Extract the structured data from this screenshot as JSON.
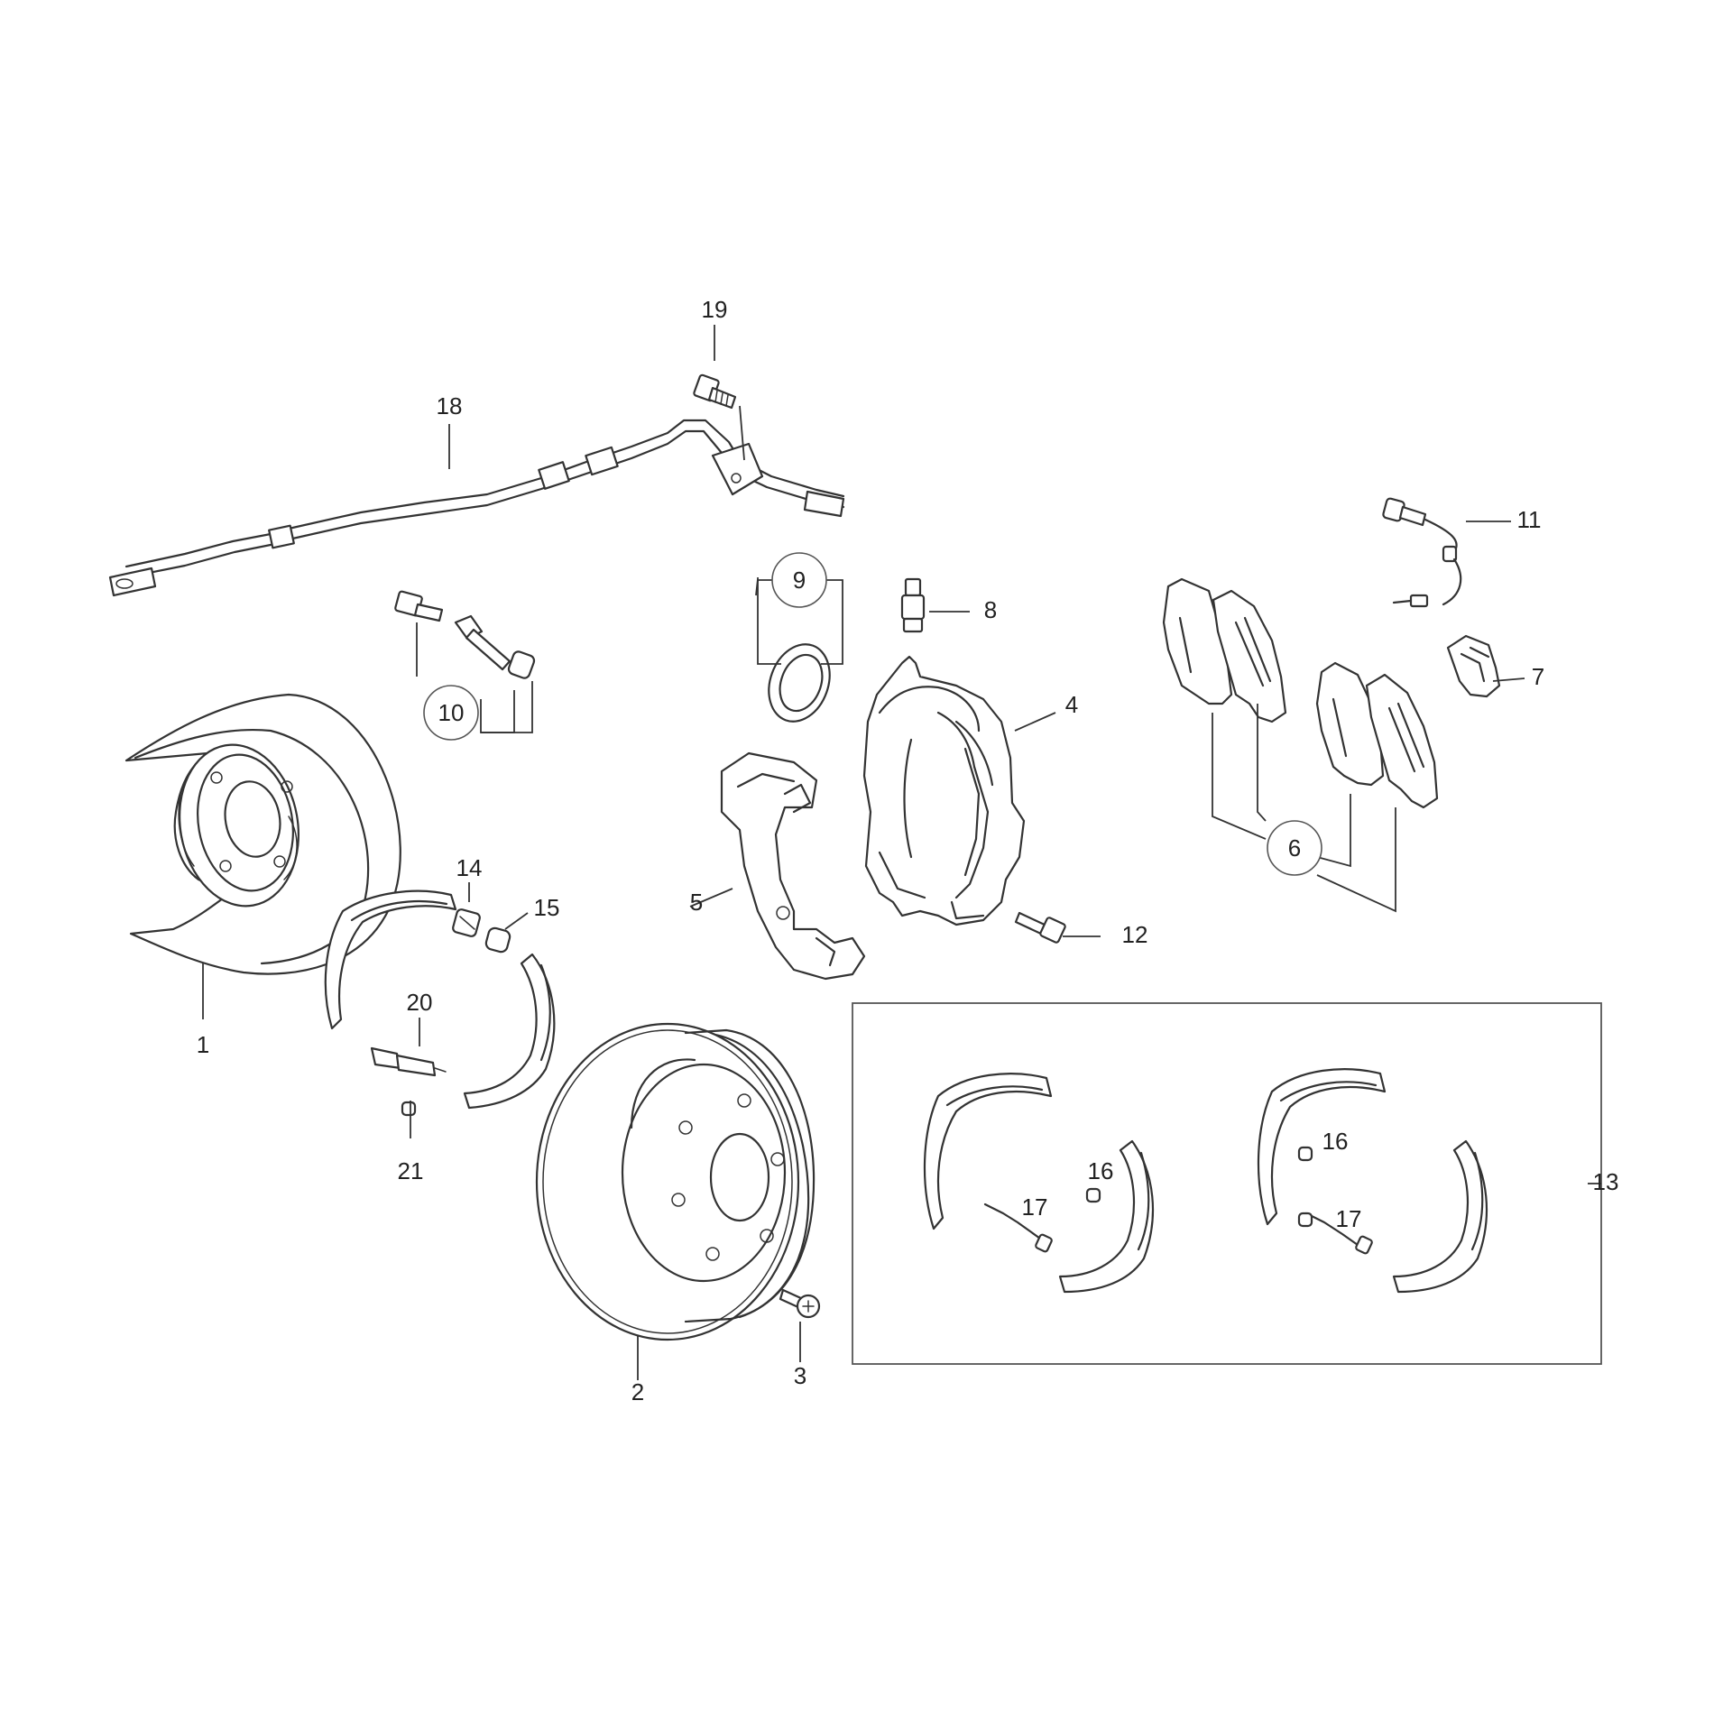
{
  "callouts": {
    "c1": "1",
    "c2": "2",
    "c3": "3",
    "c4": "4",
    "c5": "5",
    "c6": "6",
    "c7": "7",
    "c8": "8",
    "c9": "9",
    "c10": "10",
    "c11": "11",
    "c12": "12",
    "c13": "13",
    "c14": "14",
    "c15": "15",
    "c16a": "16",
    "c16b": "16",
    "c17a": "17",
    "c17b": "17",
    "c18": "18",
    "c19": "19",
    "c20": "20",
    "c21": "21"
  },
  "colors": {
    "line": "#333333",
    "text": "#222222",
    "background": "#ffffff"
  }
}
